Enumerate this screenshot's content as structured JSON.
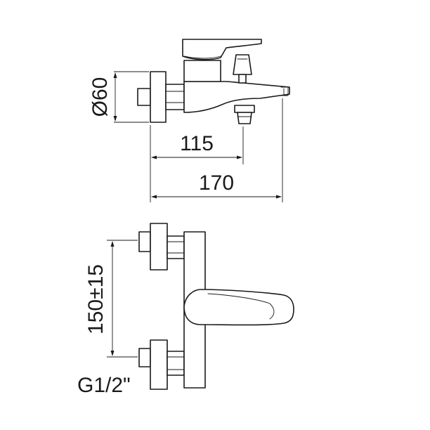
{
  "labels": {
    "diameter": "Ø60",
    "length_short": "115",
    "length_long": "170",
    "spacing": "150±15",
    "thread": "G1/2\""
  },
  "colors": {
    "line": "#1a1a1a",
    "background": "#ffffff"
  }
}
